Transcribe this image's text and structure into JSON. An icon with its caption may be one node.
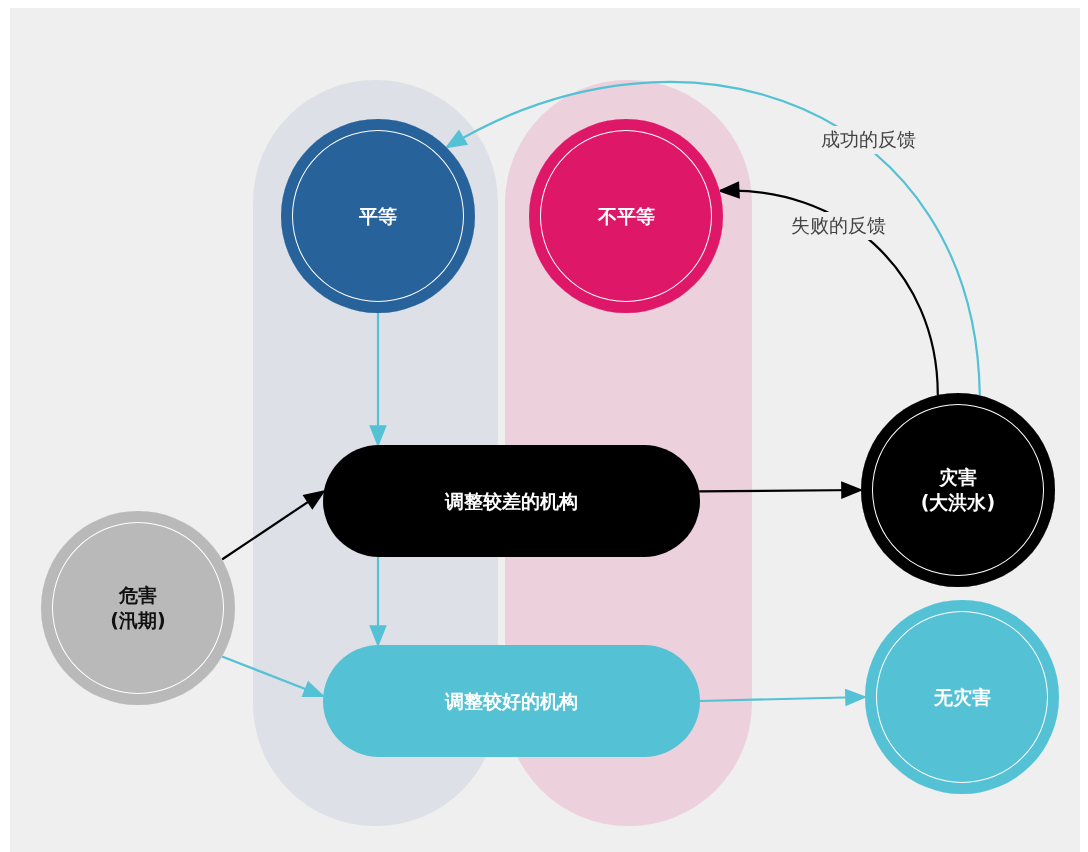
{
  "diagram": {
    "nodes": [
      {
        "text": [
          "平等"
        ]
      },
      {
        "text": [
          "不平等"
        ]
      },
      {
        "text": [
          "调整较差的机构"
        ]
      },
      {
        "text": [
          "危害",
          "(汛期)"
        ]
      },
      {
        "text": [
          "调整较好的机构"
        ]
      },
      {
        "text": [
          "灾害",
          "(大洪水)"
        ]
      },
      {
        "text": [
          "无灾害"
        ]
      }
    ],
    "edges": [
      {
        "from": 0,
        "to": 2,
        "arrow": "to"
      },
      {
        "from": 2,
        "to": 4,
        "arrow": "to"
      },
      {
        "from": 3,
        "to": 2,
        "arrow": "to",
        "color": "#000000"
      },
      {
        "from": 3,
        "to": 4,
        "arrow": "to"
      },
      {
        "from": 2,
        "to": 5,
        "arrow": "to",
        "color": "#000000"
      },
      {
        "from": 4,
        "to": 6,
        "arrow": "to"
      },
      {
        "from": 5,
        "to": 0,
        "arrow": "to",
        "label": "成功的反馈"
      },
      {
        "from": 5,
        "to": 1,
        "arrow": "to",
        "label": "失败的反馈",
        "color": "#000000"
      }
    ]
  }
}
